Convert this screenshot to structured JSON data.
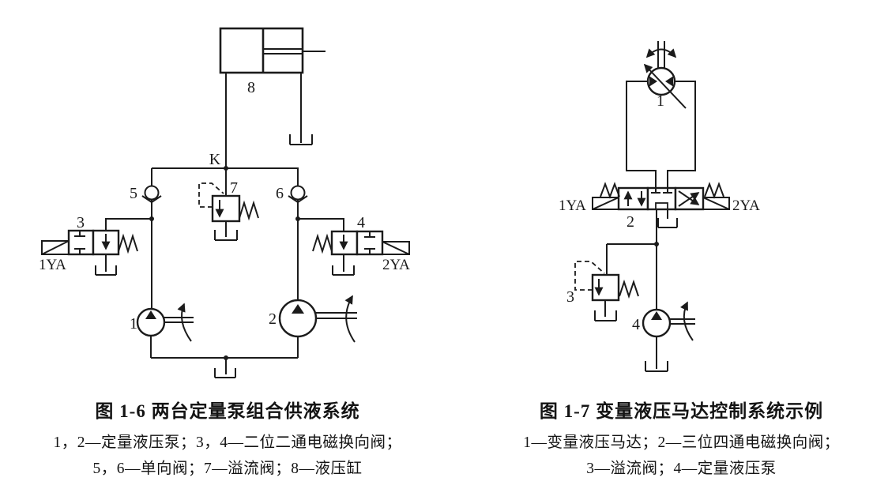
{
  "page": {
    "background": "#ffffff",
    "ink": "#1b1b1b"
  },
  "figure_left": {
    "title": "图 1-6  两台定量泵组合供液系统",
    "caption_line1": "1，2—定量液压泵；3，4—二位二通电磁换向阀；",
    "caption_line2": "5，6—单向阀；7—溢流阀；8—液压缸",
    "labels": {
      "cylinder": "8",
      "node": "K",
      "check_left": "5",
      "check_right": "6",
      "relief": "7",
      "valve_left": "3",
      "valve_right": "4",
      "sol_left": "1YA",
      "sol_right": "2YA",
      "pump_left": "1",
      "pump_right": "2"
    }
  },
  "figure_right": {
    "title": "图 1-7  变量液压马达控制系统示例",
    "caption_line1": "1—变量液压马达；2—三位四通电磁换向阀；",
    "caption_line2": "3—溢流阀；4—定量液压泵",
    "labels": {
      "motor": "1",
      "valve": "2",
      "relief": "3",
      "pump": "4",
      "sol_left": "1YA",
      "sol_right": "2YA"
    }
  }
}
